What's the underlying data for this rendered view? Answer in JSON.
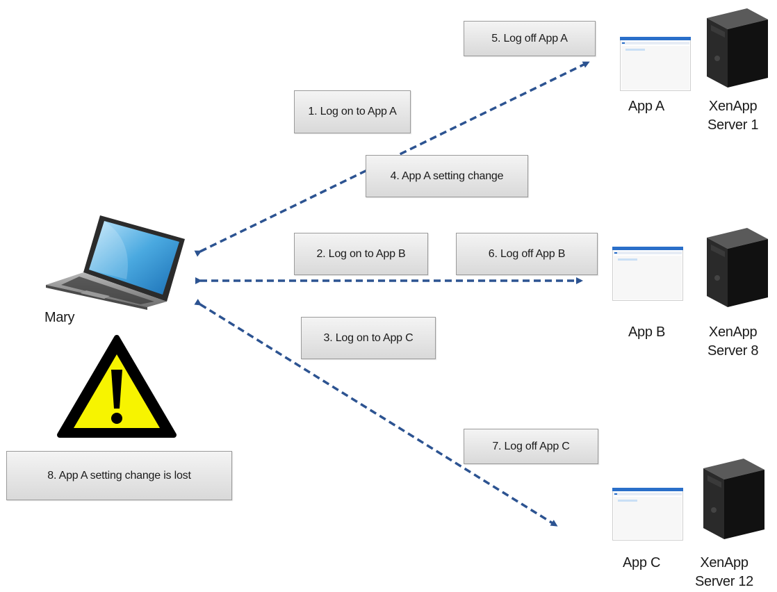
{
  "user": {
    "name": "Mary"
  },
  "apps": [
    {
      "label": "App A",
      "server_line1": "XenApp",
      "server_line2": "Server 1"
    },
    {
      "label": "App B",
      "server_line1": "XenApp",
      "server_line2": "Server 8"
    },
    {
      "label": "App C",
      "server_line1": "XenApp",
      "server_line2": "Server 12"
    }
  ],
  "steps": [
    {
      "text": "1. Log on to App A"
    },
    {
      "text": "2. Log on to App B"
    },
    {
      "text": "3. Log on to App C"
    },
    {
      "text": "4. App A setting change"
    },
    {
      "text": "5.  Log off App A"
    },
    {
      "text": "6.  Log off App B"
    },
    {
      "text": "7.  Log off App C"
    },
    {
      "text": "8. App A setting change is lost"
    }
  ],
  "colors": {
    "arrow": "#2c5391",
    "warning_fill": "#f7f400",
    "box_border": "#9a9a9a",
    "window_titlebar": "#2a6fc9",
    "server_body": "#151515"
  }
}
